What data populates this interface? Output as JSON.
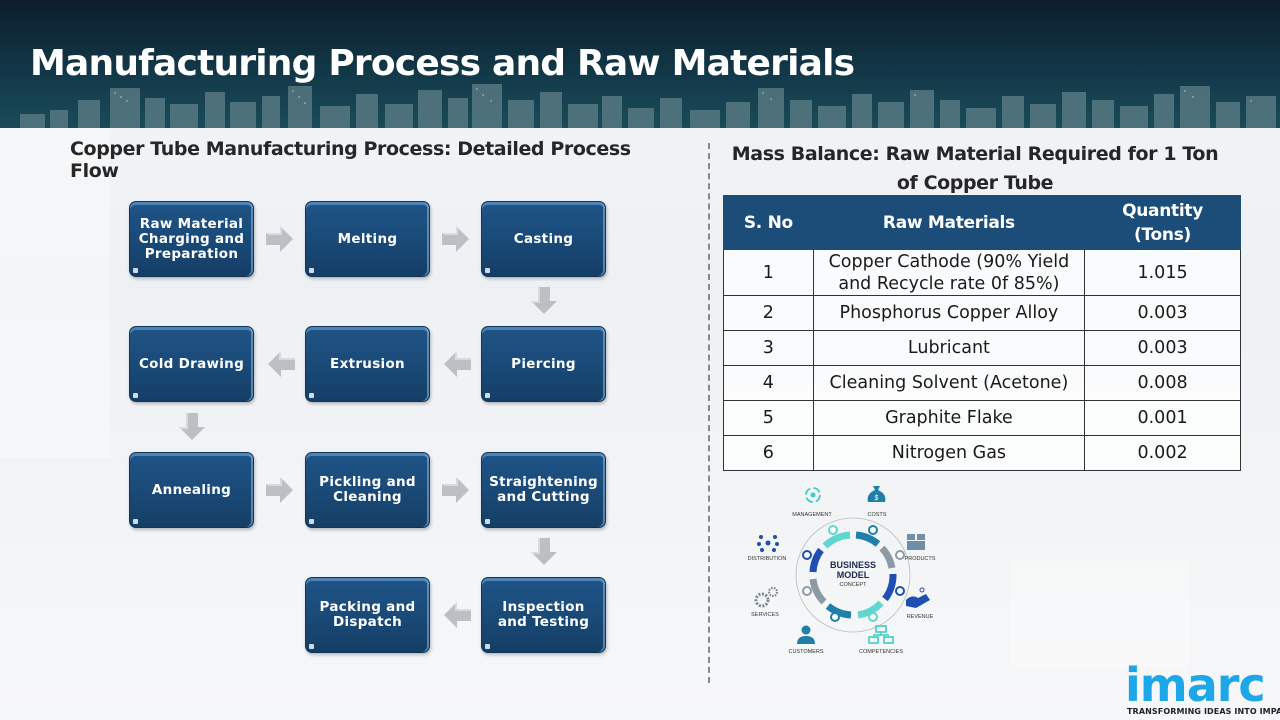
{
  "header": {
    "title": "Manufacturing Process and Raw Materials"
  },
  "process": {
    "title": "Copper Tube Manufacturing Process: Detailed Process Flow",
    "steps": [
      "Raw Material Charging and Preparation",
      "Melting",
      "Casting",
      "Piercing",
      "Extrusion",
      "Cold Drawing",
      "Annealing",
      "Pickling and Cleaning",
      "Straightening and Cutting",
      "Inspection and Testing",
      "Packing and Dispatch"
    ],
    "arrow_color": "#b9bcc0",
    "box_color": "#1c4d79"
  },
  "mass_balance": {
    "title": "Mass Balance: Raw Material Required for 1 Ton of Copper Tube",
    "headers": [
      "S. No",
      "Raw Materials",
      "Quantity (Tons)"
    ],
    "rows": [
      {
        "sno": "1",
        "material": "Copper Cathode (90% Yield and Recycle rate 0f 85%)",
        "quantity": "1.015"
      },
      {
        "sno": "2",
        "material": "Phosphorus Copper Alloy",
        "quantity": "0.003"
      },
      {
        "sno": "3",
        "material": "Lubricant",
        "quantity": "0.003"
      },
      {
        "sno": "4",
        "material": "Cleaning Solvent (Acetone)",
        "quantity": "0.008"
      },
      {
        "sno": "5",
        "material": "Graphite Flake",
        "quantity": "0.001"
      },
      {
        "sno": "6",
        "material": "Nitrogen Gas",
        "quantity": "0.002"
      }
    ]
  },
  "business_model": {
    "center_line1": "BUSINESS",
    "center_line2": "MODEL",
    "center_line3": "CONCEPT",
    "labels": {
      "management": "MANAGEMENT",
      "costs": "COSTS",
      "products": "PRODUCTS",
      "revenue": "REVENUE",
      "competencies": "COMPETENCIES",
      "customers": "CUSTOMERS",
      "services": "SERVICES",
      "distribution": "DISTRIBUTION"
    }
  },
  "logo": {
    "name": "imarc",
    "tagline": "TRANSFORMING IDEAS INTO IMPACT",
    "color": "#1ea7e8"
  }
}
